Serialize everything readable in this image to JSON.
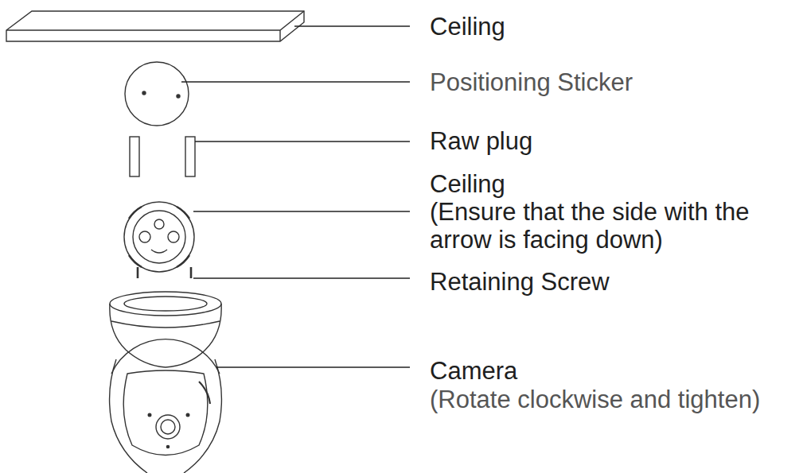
{
  "diagram": {
    "labels": [
      "Ceiling",
      "Positioning Sticker",
      "Raw plug",
      "Ceiling",
      "(Ensure that the side with the arrow is facing down)",
      "Retaining Screw",
      "Camera",
      "(Rotate clockwise and tighten)"
    ]
  }
}
